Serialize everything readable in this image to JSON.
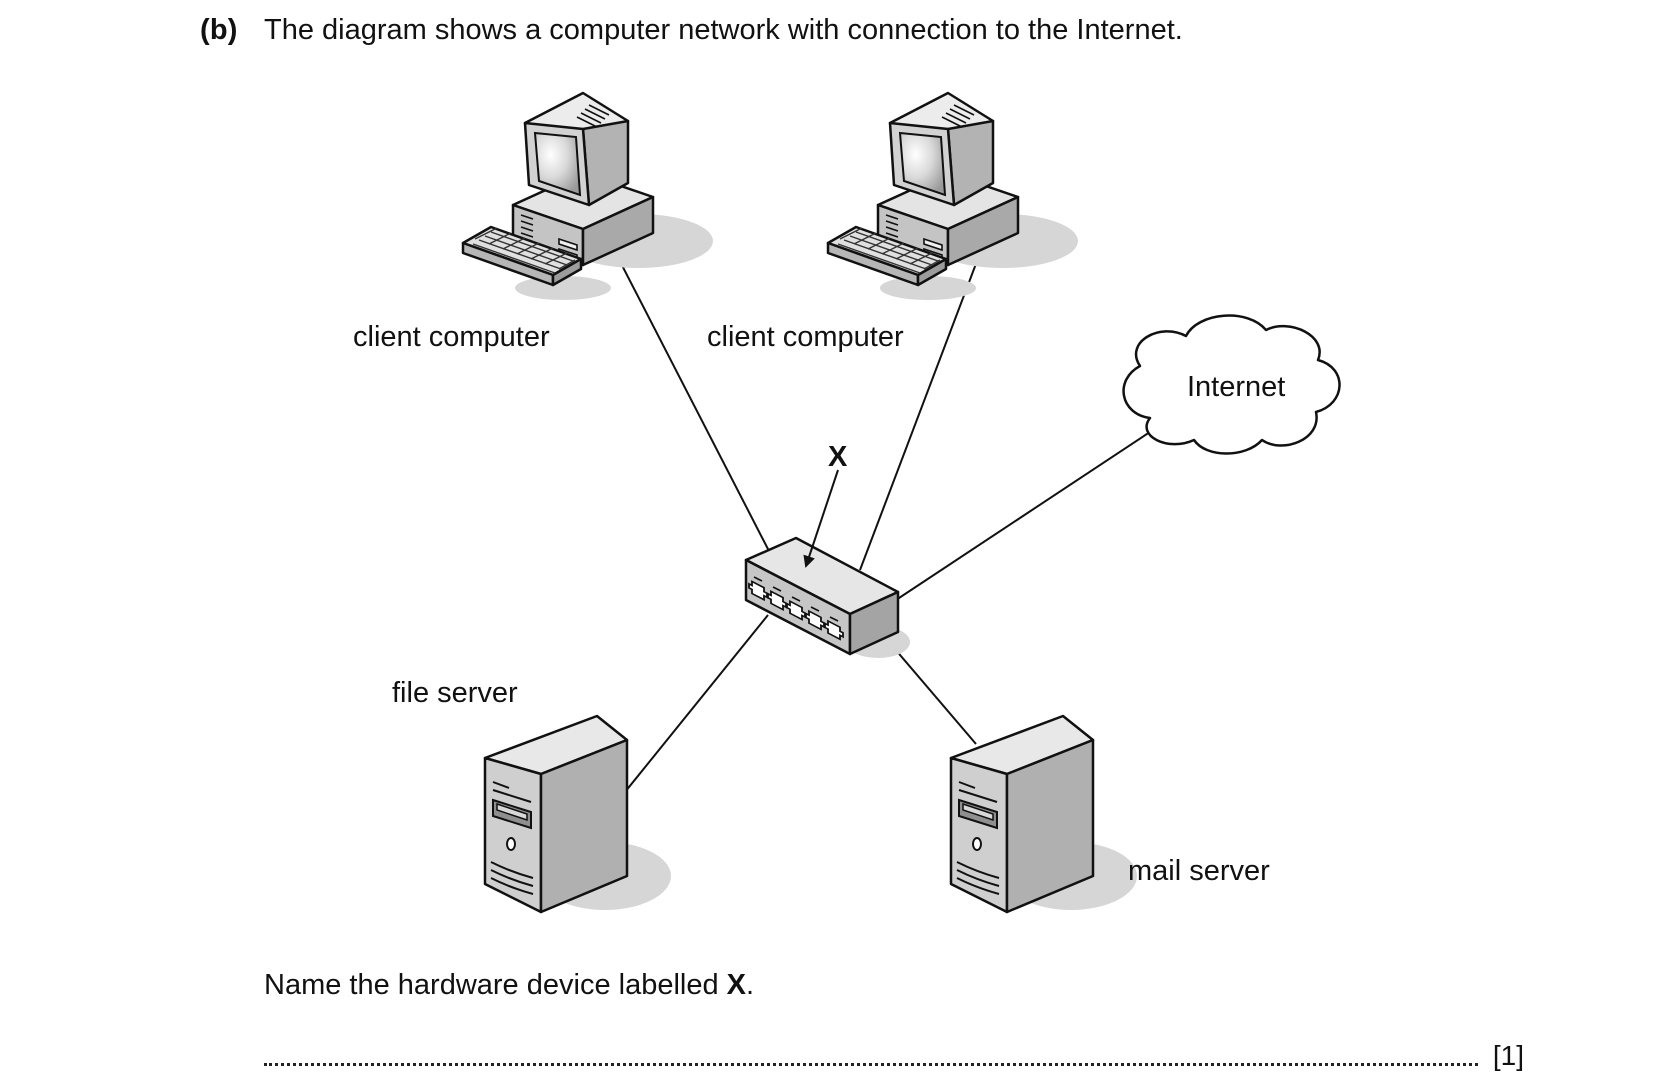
{
  "question": {
    "part": "(b)",
    "text": "The diagram shows a computer network with connection to the Internet.",
    "prompt_before": "Name the hardware device labelled ",
    "prompt_bold": "X",
    "prompt_after": ".",
    "marks": "[1]"
  },
  "diagram": {
    "labels": {
      "client1": "client computer",
      "client2": "client computer",
      "internet": "Internet",
      "device": "X",
      "file_server": "file server",
      "mail_server": "mail server"
    },
    "nodes": [
      {
        "id": "client1",
        "type": "client-computer",
        "connects_to": "device"
      },
      {
        "id": "client2",
        "type": "client-computer",
        "connects_to": "device"
      },
      {
        "id": "internet",
        "type": "cloud",
        "connects_to": "device"
      },
      {
        "id": "file_server",
        "type": "server",
        "connects_to": "device"
      },
      {
        "id": "mail_server",
        "type": "server",
        "connects_to": "device"
      }
    ],
    "icons": {
      "client": "desktop-computer-icon",
      "server": "tower-server-icon",
      "cloud": "cloud-icon",
      "device": "network-switch-icon"
    }
  }
}
